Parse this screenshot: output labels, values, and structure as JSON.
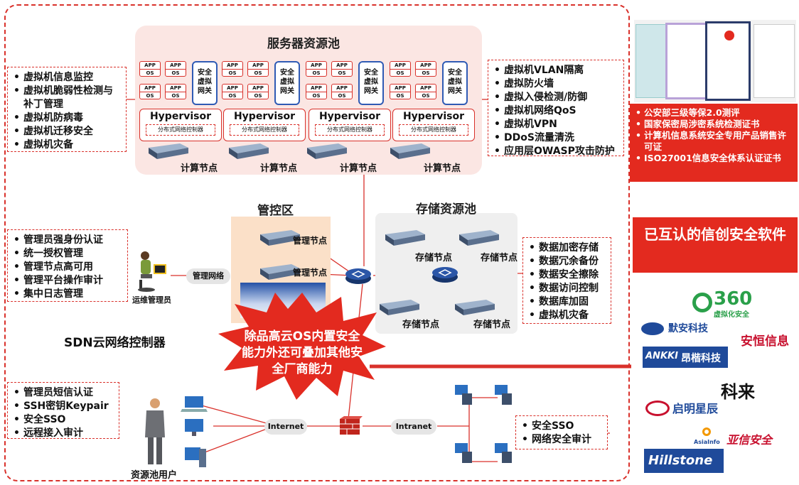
{
  "server_pool": {
    "title": "服务器资源池"
  },
  "vm_label_app": "APP",
  "vm_label_os": "OS",
  "gateway_label": "安全虚拟网关",
  "hypervisor": {
    "title": "Hypervisor",
    "controller": "分布式网络控制器"
  },
  "compute_node": "计算节点",
  "left_callout_1": [
    "虚拟机信息监控",
    "虚拟机脆弱性检测与补丁管理",
    "虚拟机防病毒",
    "虚拟机迁移安全",
    "虚拟机灾备"
  ],
  "right_callout_1": [
    "虚拟机VLAN隔离",
    "虚拟防火墙",
    "虚拟入侵检测/防御",
    "虚拟机网络QoS",
    "虚拟机VPN",
    "DDoS流量清洗",
    "应用层OWASP攻击防护"
  ],
  "control_zone": {
    "title": "管控区",
    "node": "管理节点"
  },
  "storage_pool": {
    "title": "存储资源池",
    "node": "存储节点"
  },
  "left_callout_2": [
    "管理员强身份认证",
    "统一授权管理",
    "管理节点高可用",
    "管理平台操作审计",
    "集中日志管理"
  ],
  "admin": {
    "label": "运维管理员",
    "network": "管理网络"
  },
  "storage_callout": [
    "数据加密存储",
    "数据冗余备份",
    "数据安全擦除",
    "数据访问控制",
    "数据库加固",
    "虚拟机灾备"
  ],
  "sdn_label": "SDN云网络控制器",
  "burst_text": "除品高云OS内置安全能力外还可叠加其他安全厂商能力",
  "left_callout_3": [
    "管理员短信认证",
    "SSH密钥Keypair",
    "安全SSO",
    "远程接入审计"
  ],
  "user": {
    "label": "资源池用户",
    "internet": "Internet",
    "intranet": "Intranet"
  },
  "right_callout_2": [
    "安全SSO",
    "网络安全审计"
  ],
  "certifications": [
    "公安部三级等保2.0测评",
    "国家保密局涉密系统检测证书",
    "计算机信息系统安全专用产品销售许可证",
    "ISO27001信息安全体系认证证书"
  ],
  "partner_header": "已互认的信创安全软件",
  "logos": [
    "360",
    "虚拟化安全",
    "默安科技",
    "安恒信息",
    "ANKKI",
    "昂楷科技",
    "科来",
    "启明星辰",
    "AsiaInfo",
    "亚信安全",
    "Hillstone"
  ],
  "colors": {
    "accent_red": "#e32a1f",
    "gateway_blue": "#2f5bb5",
    "pool_pink": "#fbe6e3",
    "control_orange": "#fbe0c8"
  }
}
